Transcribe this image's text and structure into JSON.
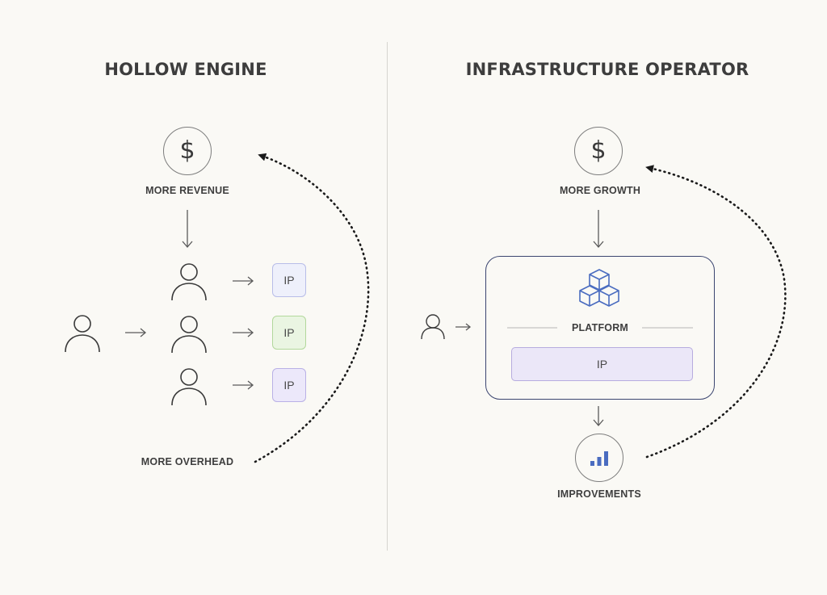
{
  "left": {
    "title": "HOLLOW ENGINE",
    "revenue_icon": "dollar-icon",
    "revenue_symbol": "$",
    "revenue_label": "MORE REVENUE",
    "ip_boxes": [
      "IP",
      "IP",
      "IP"
    ],
    "overhead_label": "MORE OVERHEAD"
  },
  "right": {
    "title": "INFRASTRUCTURE OPERATOR",
    "growth_icon": "dollar-icon",
    "growth_symbol": "$",
    "growth_label": "MORE GROWTH",
    "platform_icon": "cubes-icon",
    "platform_label": "PLATFORM",
    "platform_ip": "IP",
    "improvements_icon": "bar-chart-icon",
    "improvements_label": "IMPROVEMENTS"
  },
  "colors": {
    "background": "#faf9f5",
    "platform_border": "#3b4570",
    "accent_blue": "#4a6cc0",
    "ip_green": "#b2d89c",
    "ip_purple": "#b9b0e6"
  }
}
